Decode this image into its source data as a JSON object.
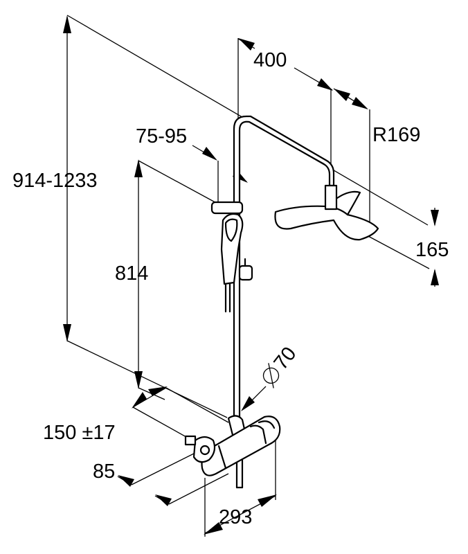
{
  "dimensions": {
    "total_height": "914-1233",
    "arm_length": "400",
    "slider_range": "75-95",
    "radius": "R169",
    "bar_height": "814",
    "head_height": "165",
    "diameter": "70",
    "center_distance": "150 ±17",
    "wall_distance": "85",
    "mixer_width": "293"
  },
  "colors": {
    "line": "#000000",
    "background": "#ffffff"
  }
}
